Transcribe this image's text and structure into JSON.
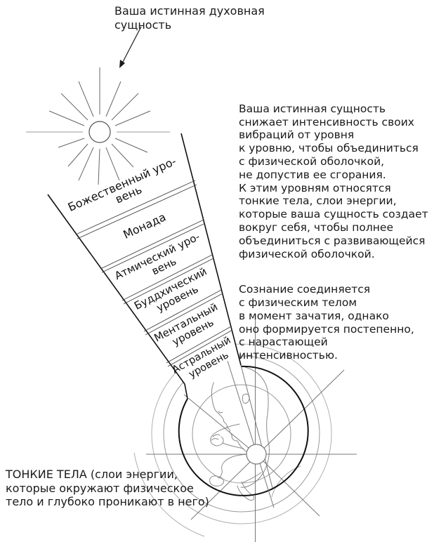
{
  "captions": {
    "spiritual_essence": [
      "Ваша истинная духовная",
      "сущность"
    ],
    "subtle_bodies": [
      "ТОНКИЕ ТЕЛА (слои энергии,",
      "которые окружают физическое",
      "тело и глубоко проникают в него)"
    ]
  },
  "description": {
    "para1": [
      "Ваша истинная сущность",
      "снижает интенсивность своих",
      "вибраций от уровня",
      "к уровню, чтобы объединиться",
      "с физической оболочкой,",
      "не допустив ее сгорания.",
      "К этим уровням относятся",
      "тонкие тела, слои энергии,",
      "которые ваша сущность создает",
      "вокруг себя, чтобы полнее",
      "объединиться с развивающейся",
      "физической оболочкой."
    ],
    "para2": [
      "Сознание соединяется",
      "с физическим телом",
      "в момент зачатия, однако",
      "оно формируется постепенно,",
      "с нарастающей интенсивностью."
    ]
  },
  "funnel_levels": [
    {
      "line1": "Божественный уро-",
      "line2": "вень"
    },
    {
      "line1": "Монада"
    },
    {
      "line1": "Атмический уро-",
      "line2": "вень"
    },
    {
      "line1": "Буддхический",
      "line2": "уровень"
    },
    {
      "line1": "Ментальный",
      "line2": "уровень"
    },
    {
      "line1": "Астральный",
      "line2": "уровень"
    }
  ],
  "icons": {
    "sun": "sun-burst-icon",
    "arrow": "arrow-pointer-icon",
    "center": "radiant-center-icon",
    "figure": "fetus-figure"
  },
  "colors": {
    "ink": "#1a1a1a",
    "line_gray": "#777777",
    "ring_gray": "#999999",
    "light_ring": "#b0b0b0",
    "dark_ring": "#111111",
    "fetus_line": "#8a8a8a",
    "background": "#ffffff"
  }
}
